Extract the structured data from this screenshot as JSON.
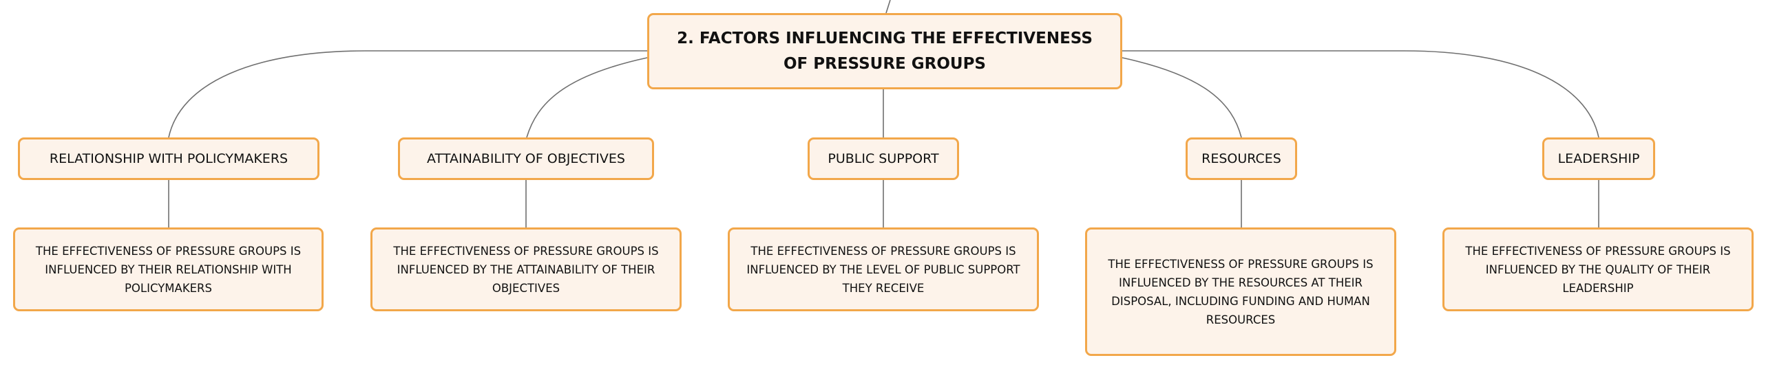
{
  "root": {
    "title": "2. FACTORS INFLUENCING THE EFFECTIVENESS OF PRESSURE GROUPS"
  },
  "factors": [
    {
      "label": "RELATIONSHIP WITH POLICYMAKERS",
      "detail": "THE EFFECTIVENESS OF PRESSURE GROUPS IS INFLUENCED BY THEIR RELATIONSHIP WITH POLICYMAKERS"
    },
    {
      "label": "ATTAINABILITY OF OBJECTIVES",
      "detail": "THE EFFECTIVENESS OF PRESSURE GROUPS IS INFLUENCED BY THE ATTAINABILITY OF THEIR OBJECTIVES"
    },
    {
      "label": "PUBLIC SUPPORT",
      "detail": "THE EFFECTIVENESS OF PRESSURE GROUPS IS INFLUENCED BY THE LEVEL OF PUBLIC SUPPORT THEY RECEIVE"
    },
    {
      "label": "RESOURCES",
      "detail": "THE EFFECTIVENESS OF PRESSURE GROUPS IS INFLUENCED BY THE RESOURCES AT THEIR DISPOSAL, INCLUDING FUNDING AND HUMAN RESOURCES"
    },
    {
      "label": "LEADERSHIP",
      "detail": "THE EFFECTIVENESS OF PRESSURE GROUPS IS INFLUENCED BY THE QUALITY OF THEIR LEADERSHIP"
    }
  ]
}
